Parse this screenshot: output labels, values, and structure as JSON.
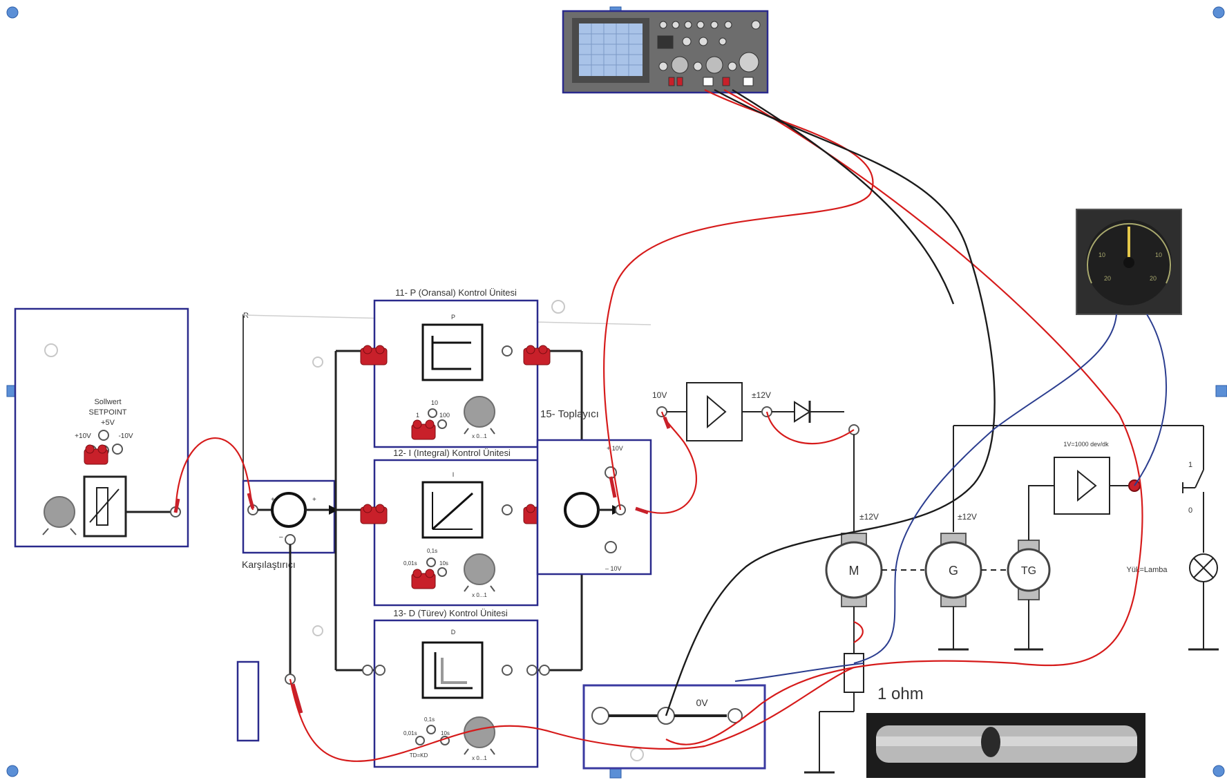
{
  "labels": {
    "p_unit": "11- P (Oransal) Kontrol Ünitesi",
    "i_unit": "12- I (Integral) Kontrol Ünitesi",
    "d_unit": "13- D (Türev) Kontrol Ünitesi",
    "summer": "15- Toplayıcı",
    "comparator": "Karşılaştırıcı",
    "setpoint_line1": "Sollwert",
    "setpoint_line2": "SETPOINT",
    "setpoint_line3": "+5V",
    "setpoint_plus10": "+10V",
    "setpoint_minus10": "-10V",
    "p_letter": "P",
    "i_letter": "I",
    "d_letter": "D",
    "amp_in": "10V",
    "amp_out": "±12V",
    "motor_v": "±12V",
    "gen_v": "±12V",
    "motor": "M",
    "generator": "G",
    "tacho": "TG",
    "tacho_amp": "1V=1000 dev/dk",
    "lamp": "Yük=Lamba",
    "switch_on": "1",
    "switch_off": "0",
    "summer_plus": "+ 10V",
    "summer_minus": "– 10V",
    "zero_v": "0V",
    "resistor": "1 ohm",
    "p_gain_10": "10",
    "p_gain_1": "1",
    "p_gain_100": "100",
    "i_01": "0,1s",
    "i_001": "0,01s",
    "i_10": "10s",
    "d_01": "0,1s",
    "d_001": "0,01s",
    "d_10": "10s",
    "d_tdkd": "TD=KD",
    "knob_scale": "x 0...1",
    "r_label": "R"
  },
  "colors": {
    "panel_border": "#2a2a8c",
    "wire_red": "#d61b1b",
    "wire_black": "#1b1b1b",
    "wire_blue": "#2b3d8f",
    "handle": "#5b8fd6"
  }
}
